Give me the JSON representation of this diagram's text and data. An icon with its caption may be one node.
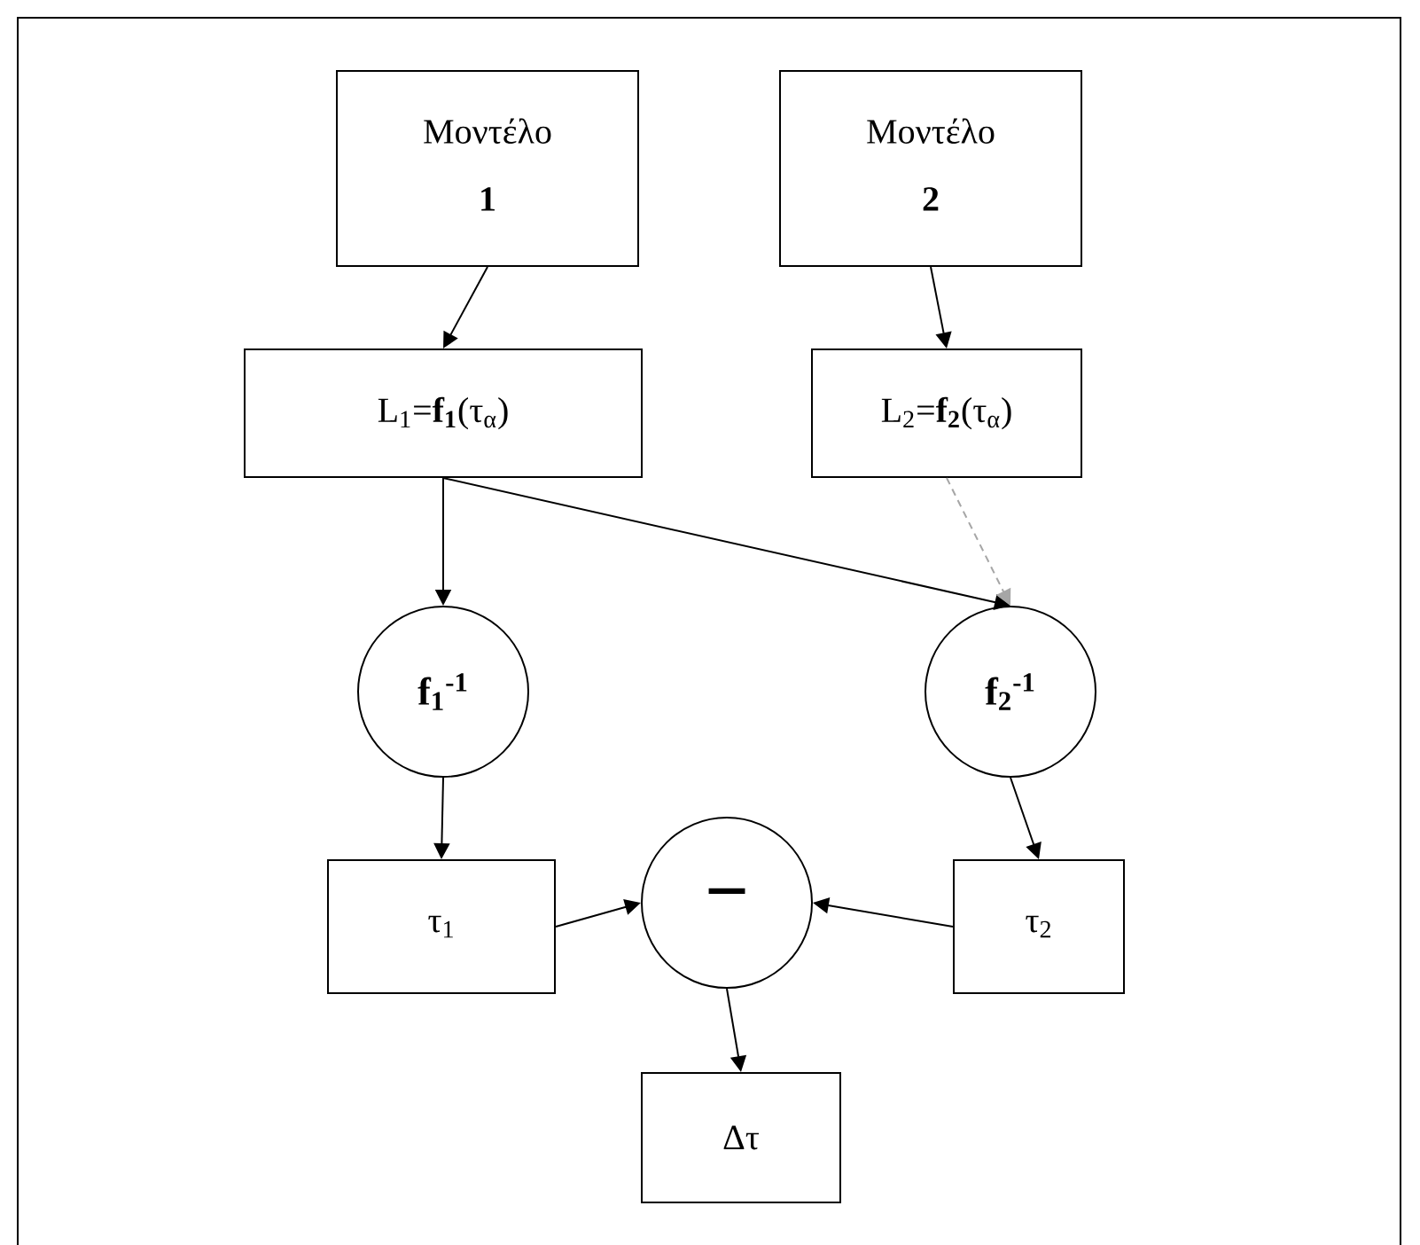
{
  "diagram": {
    "nodes": [
      {
        "text": [
          "Μοντέλο",
          "1"
        ]
      },
      {
        "text": [
          "Μοντέλο",
          "2"
        ]
      },
      {
        "text": [
          "L$_{1}$=**f$_{1}$**(τ$_{α}$)"
        ]
      },
      {
        "text": [
          "L$_{2}$=**f$_{2}$**(τ$_{α}$)"
        ]
      },
      {
        "text": [
          "f$_{1}$$^{-1}$"
        ]
      },
      {
        "text": [
          "f$_{2}$$^{-1}$"
        ]
      },
      {
        "text": [
          "τ$_{1}$"
        ]
      },
      {
        "text": [
          "−"
        ]
      },
      {
        "text": [
          "τ$_{2}$"
        ]
      },
      {
        "text": [
          "Δτ"
        ]
      }
    ],
    "edges": [
      {
        "from": 0,
        "to": 2,
        "arrow": "to"
      },
      {
        "from": 1,
        "to": 3,
        "arrow": "to"
      },
      {
        "from": 2,
        "to": 4,
        "arrow": "to"
      },
      {
        "from": 2,
        "to": 5,
        "arrow": "to"
      },
      {
        "from": 3,
        "to": 5,
        "arrow": "to",
        "style": "dashed",
        "color": "#a6a6a6"
      },
      {
        "from": 4,
        "to": 6,
        "arrow": "to"
      },
      {
        "from": 5,
        "to": 8,
        "arrow": "to"
      },
      {
        "from": 6,
        "to": 7,
        "arrow": "to"
      },
      {
        "from": 8,
        "to": 7,
        "arrow": "to"
      },
      {
        "from": 7,
        "to": 9,
        "arrow": "to"
      }
    ]
  }
}
